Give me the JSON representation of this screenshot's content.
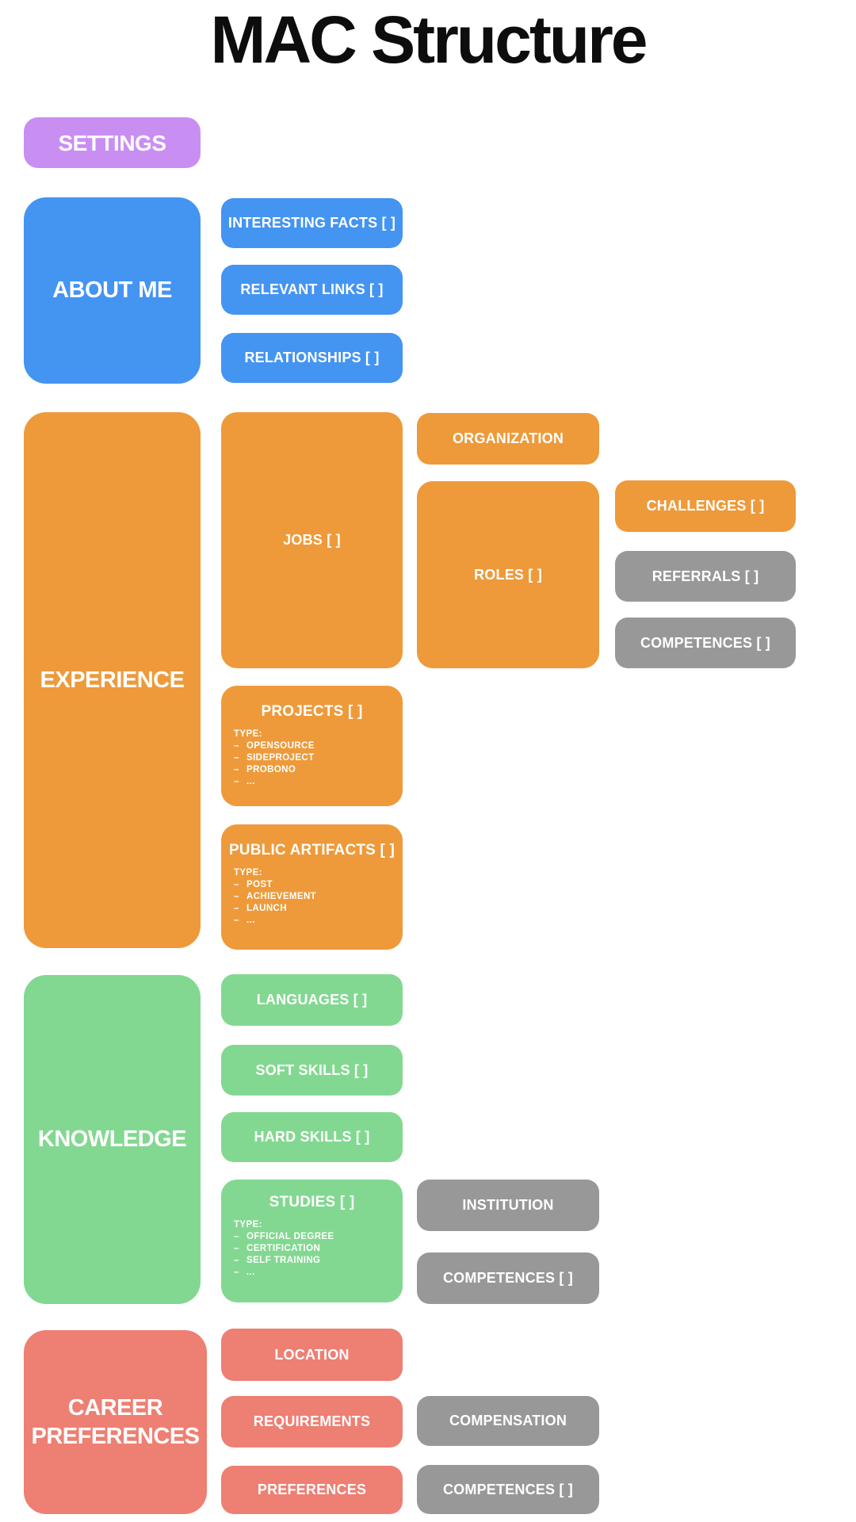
{
  "title": "MAC Structure",
  "colors": {
    "blue": "#4494F2",
    "orange": "#EE9A3A",
    "green": "#83D891",
    "salmon": "#EE7F73",
    "purple": "#C98EF2",
    "gray": "#989898"
  },
  "settings": {
    "label": "SETTINGS"
  },
  "about": {
    "label": "ABOUT ME",
    "interesting_facts": {
      "label": "INTERESTING FACTS [ ]"
    },
    "relevant_links": {
      "label": "RELEVANT LINKS [ ]"
    },
    "relationships": {
      "label": "RELATIONSHIPS [ ]"
    }
  },
  "experience": {
    "label": "EXPERIENCE",
    "jobs": {
      "label": "JOBS [ ]"
    },
    "organization": {
      "label": "ORGANIZATION"
    },
    "roles": {
      "label": "ROLES [ ]"
    },
    "challenges": {
      "label": "CHALLENGES [ ]"
    },
    "referrals": {
      "label": "REFERRALS [ ]"
    },
    "roles_competences": {
      "label": "COMPETENCES [ ]"
    },
    "projects": {
      "label": "PROJECTS [ ]",
      "type_label": "TYPE:",
      "bullet": "–",
      "types": [
        "OPENSOURCE",
        "SIDEPROJECT",
        "PROBONO",
        "..."
      ]
    },
    "public_artifacts": {
      "label": "PUBLIC ARTIFACTS [ ]",
      "type_label": "TYPE:",
      "bullet": "–",
      "types": [
        "POST",
        "ACHIEVEMENT",
        "LAUNCH",
        "..."
      ]
    }
  },
  "knowledge": {
    "label": "KNOWLEDGE",
    "languages": {
      "label": "LANGUAGES [ ]"
    },
    "soft_skills": {
      "label": "SOFT SKILLS [ ]"
    },
    "hard_skills": {
      "label": "HARD SKILLS [ ]"
    },
    "studies": {
      "label": "STUDIES [ ]",
      "type_label": "TYPE:",
      "bullet": "–",
      "types": [
        "OFFICIAL DEGREE",
        "CERTIFICATION",
        "SELF TRAINING",
        "..."
      ]
    },
    "institution": {
      "label": "INSTITUTION"
    },
    "studies_competences": {
      "label": "COMPETENCES [ ]"
    }
  },
  "career": {
    "label": "CAREER PREFERENCES",
    "location": {
      "label": "LOCATION"
    },
    "requirements": {
      "label": "REQUIREMENTS"
    },
    "preferences": {
      "label": "PREFERENCES"
    },
    "compensation": {
      "label": "COMPENSATION"
    },
    "preferences_competences": {
      "label": "COMPETENCES [ ]"
    }
  }
}
